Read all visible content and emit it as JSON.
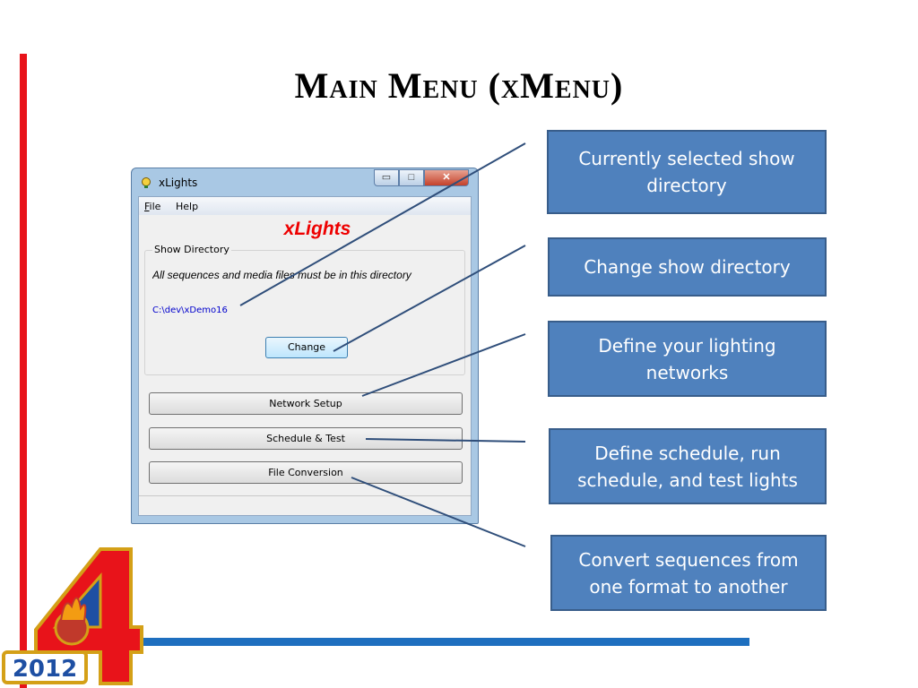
{
  "slide": {
    "title": "Main Menu (xMenu)"
  },
  "window": {
    "title": "xLights",
    "menu": {
      "file": "File",
      "help": "Help"
    },
    "app_heading": "xLights",
    "show_directory": {
      "label": "Show Directory",
      "hint": "All sequences and media files must be in this directory",
      "path": "C:\\dev\\xDemo16",
      "change_label": "Change"
    },
    "buttons": {
      "network_setup": "Network Setup",
      "schedule_test": "Schedule & Test",
      "file_conversion": "File Conversion"
    },
    "caption_buttons": {
      "minimize": "▭",
      "maximize": "□",
      "close": "✕"
    }
  },
  "callouts": [
    "Currently selected show directory",
    "Change show directory",
    "Define your lighting networks",
    "Define schedule, run schedule, and test lights",
    "Convert sequences from one format to another"
  ],
  "logo": {
    "year": "2012",
    "number": "4"
  },
  "colors": {
    "accent_red": "#e8131a",
    "accent_blue": "#1e6fbf",
    "callout_fill": "#4f81bd",
    "callout_border": "#385d8a",
    "heading_red": "#ee0000",
    "path_blue": "#0000cc"
  }
}
